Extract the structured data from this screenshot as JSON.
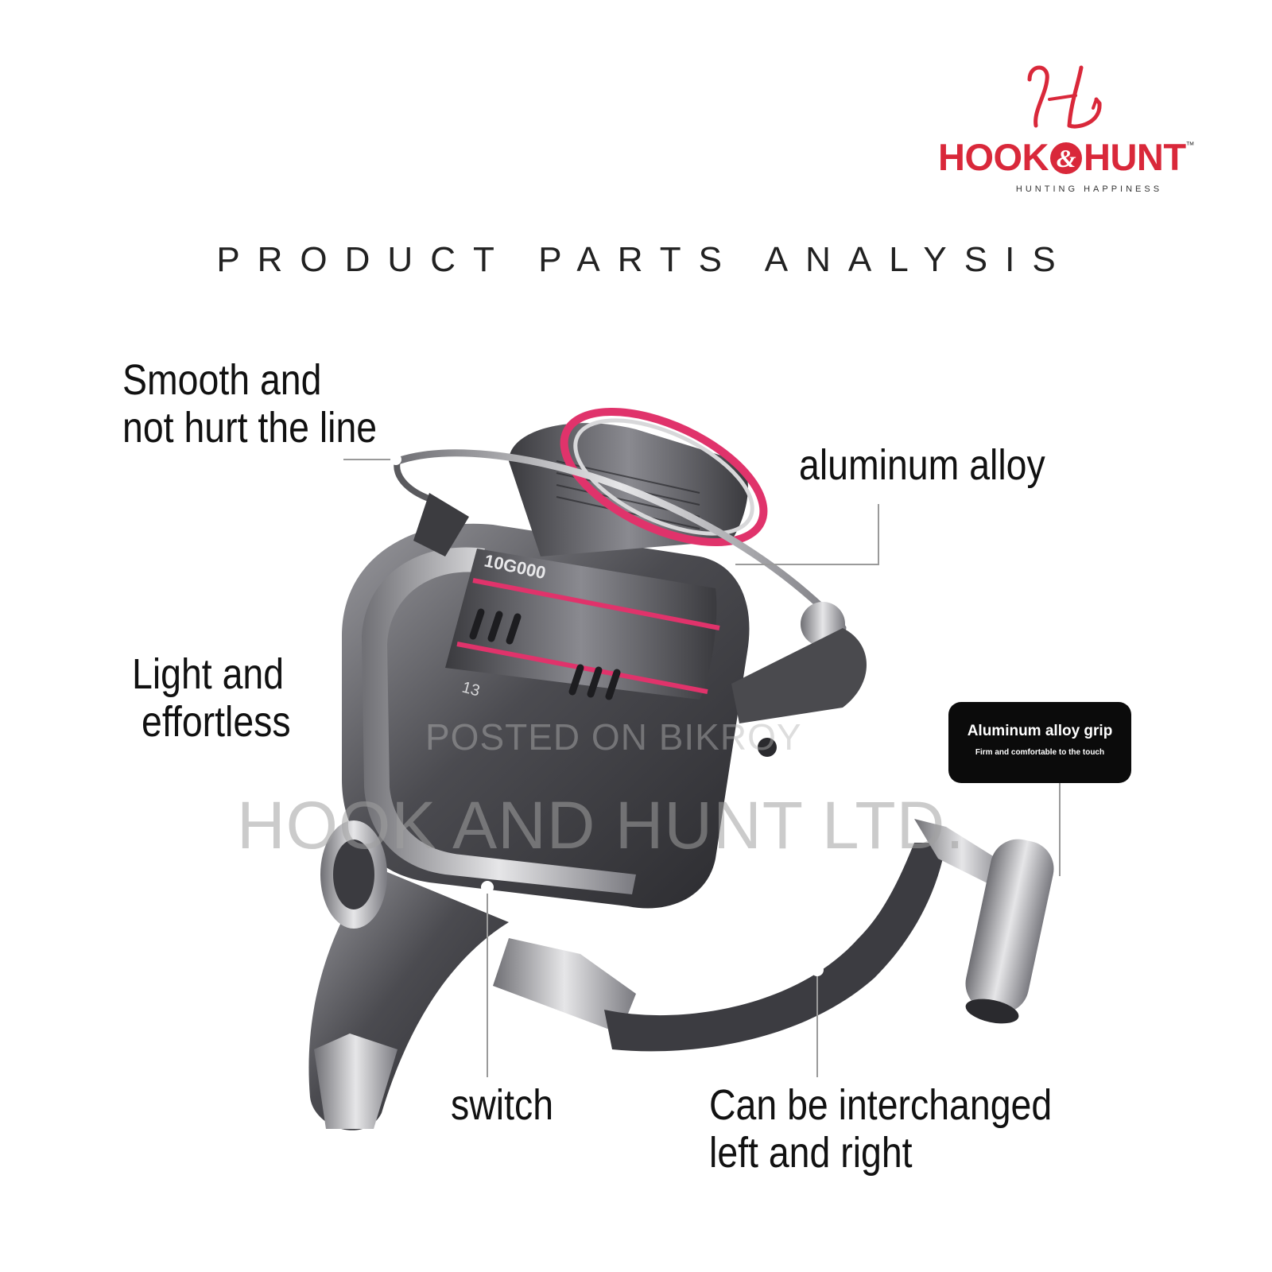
{
  "brand": {
    "name_left": "HOOK",
    "name_amp": "&",
    "name_right": "HUNT",
    "trademark": "™",
    "tagline": "HUNTING HAPPINESS",
    "color": "#d9283a"
  },
  "title": "PRODUCT PARTS ANALYSIS",
  "callouts": {
    "line_roller": [
      "Smooth and",
      "not hurt the line"
    ],
    "spool": "aluminum alloy",
    "body": [
      "Light and",
      "effortless"
    ],
    "switch": "switch",
    "handle": [
      "Can be interchanged",
      "left and right"
    ]
  },
  "grip_card": {
    "title": "Aluminum alloy grip",
    "subtitle": "Firm and comfortable to the touch"
  },
  "reel_markings": {
    "model": "10G000",
    "gear_number": "13"
  },
  "watermarks": {
    "small": "POSTED ON BIKROY",
    "large": "HOOK AND HUNT LTD."
  },
  "colors": {
    "accent_pink": "#e0336b",
    "metal_dark": "#4a4a4e",
    "metal_light": "#c9c9cc"
  }
}
